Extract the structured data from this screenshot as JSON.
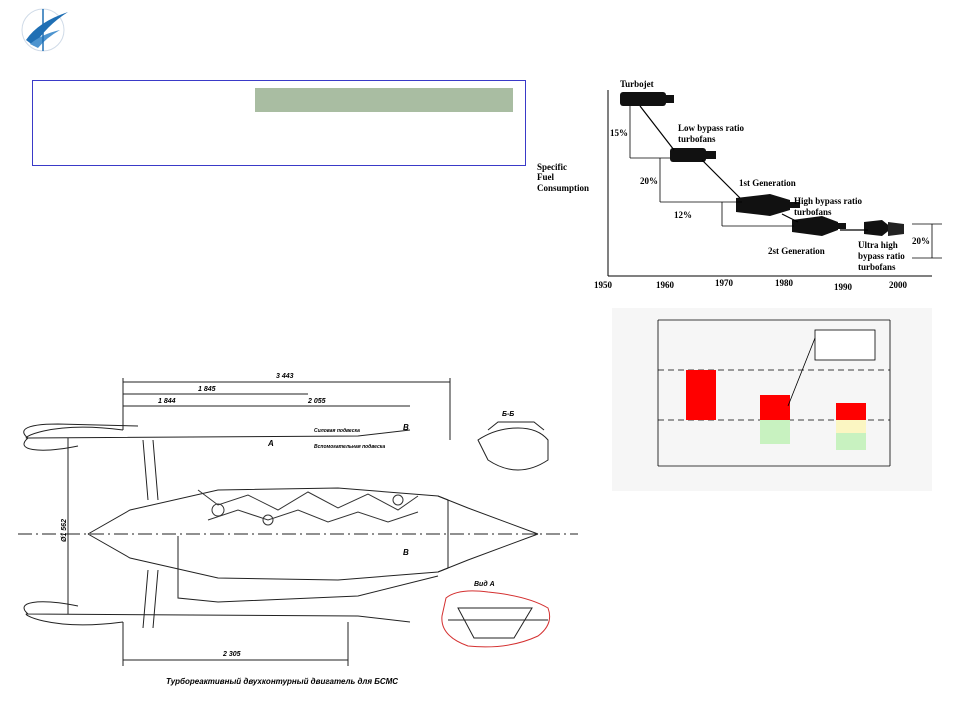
{
  "colors": {
    "frame": "#3a3ac8",
    "green_bar": "#a9bda2",
    "red": "#ff0000",
    "pale_green": "#c8f2c0",
    "pale_yellow": "#fbf6c2",
    "logo_blue": "#1f6fb4"
  },
  "sfc_chart": {
    "ylabel": [
      "Specific",
      "Fuel",
      "Consumption"
    ],
    "years": [
      "1950",
      "1960",
      "1970",
      "1980",
      "1990",
      "2000"
    ],
    "labels": {
      "turbojet": "Turbojet",
      "low_bypass": [
        "Low bypass ratio",
        "turbofans"
      ],
      "gen1": "1st Generation",
      "high_bypass": [
        "High bypass ratio",
        "turbofans"
      ],
      "gen2": "2st Generation",
      "ultra_high": [
        "Ultra high",
        "bypass ratio",
        "turbofans"
      ]
    },
    "steps": [
      "15%",
      "20%",
      "12%",
      "20%"
    ]
  },
  "bar_panel": {
    "groups": [
      {
        "top": {
          "value": 1.0,
          "color": "#ff0000"
        }
      },
      {
        "top": {
          "value": 0.5,
          "color": "#ff0000"
        },
        "below": [
          {
            "value": 0.48,
            "color": "#c8f2c0"
          }
        ]
      },
      {
        "top": {
          "value": 0.34,
          "color": "#ff0000"
        },
        "below": [
          {
            "value": 0.26,
            "color": "#fbf6c2"
          },
          {
            "value": 0.34,
            "color": "#c8f2c0"
          }
        ]
      }
    ]
  },
  "engine": {
    "dims": [
      "3 443",
      "1 845",
      "1 844",
      "2 055",
      "2 305"
    ],
    "diameter": "Ø1 562",
    "marks": [
      "A",
      "B",
      "B",
      "Б-Б",
      "Вид А"
    ],
    "notes": [
      "Силовая подвеска",
      "Вспомогательная подвеска"
    ],
    "caption": "Турбореактивный двухконтурный двигатель для БСМС"
  }
}
